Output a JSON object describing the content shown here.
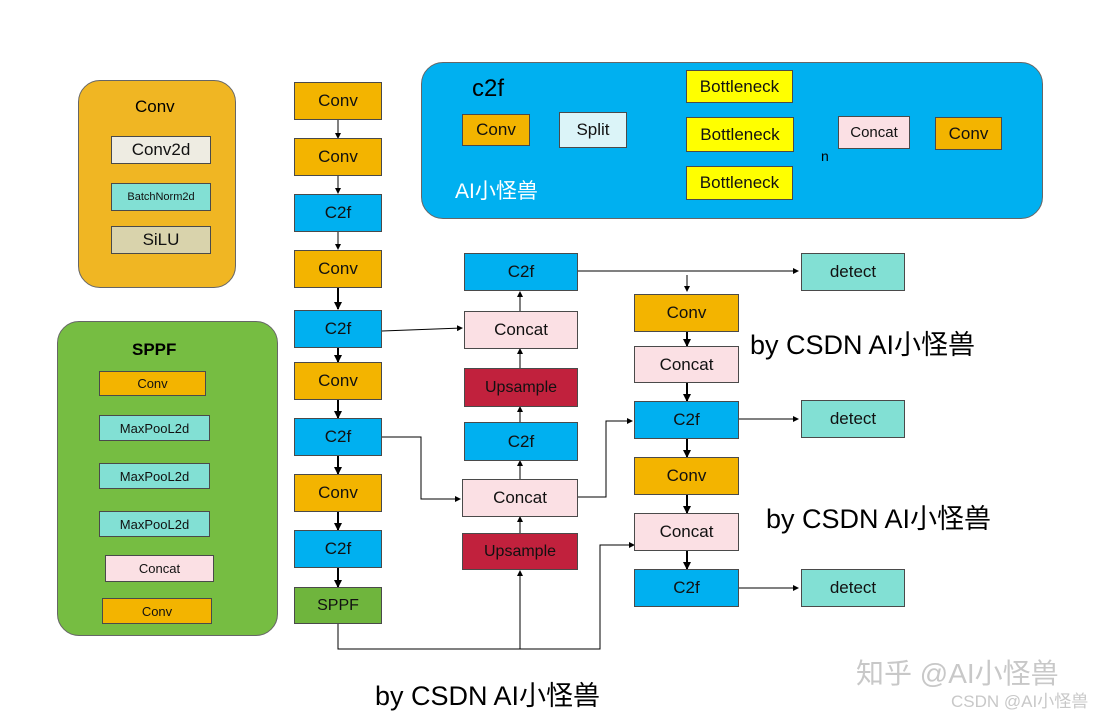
{
  "conv_legend": {
    "title": "Conv",
    "conv2d": "Conv2d",
    "batchnorm": "BatchNorm2d",
    "silu": "SiLU"
  },
  "sppf_legend": {
    "title": "SPPF",
    "conv_in": "Conv",
    "maxpool_1": "MaxPooL2d",
    "maxpool_2": "MaxPooL2d",
    "maxpool_3": "MaxPooL2d",
    "concat": "Concat",
    "conv_out": "Conv"
  },
  "c2f_legend": {
    "title": "c2f",
    "conv_in": "Conv",
    "split": "Split",
    "bottleneck_1": "Bottleneck",
    "bottleneck_2": "Bottleneck",
    "bottleneck_3": "Bottleneck",
    "n_label": "n",
    "concat": "Concat",
    "conv_out": "Conv",
    "subtitle": "AI小怪兽"
  },
  "backbone": [
    "Conv",
    "Conv",
    "C2f",
    "Conv",
    "C2f",
    "Conv",
    "C2f",
    "Conv",
    "C2f",
    "SPPF"
  ],
  "neck_mid": [
    "C2f",
    "Concat",
    "Upsample",
    "C2f",
    "Concat",
    "Upsample"
  ],
  "neck_right": [
    "Conv",
    "Concat",
    "C2f",
    "Conv",
    "Concat",
    "C2f"
  ],
  "detect": [
    "detect",
    "detect",
    "detect"
  ],
  "watermarks": [
    "by CSDN AI小怪兽",
    "by CSDN AI小怪兽",
    "by CSDN AI小怪兽",
    "知乎 @AI小怪兽",
    "CSDN @AI小怪兽"
  ],
  "colors": {
    "conv": "#f3b400",
    "c2f": "#00b0f0",
    "concat": "#fbe0e4",
    "upsample": "#c1213d",
    "bottleneck": "#ffff00",
    "detect": "#82e0d4",
    "sppf": "#6fb53d",
    "c2f_panel": "#00b0f0",
    "conv_panel": "#f0b623",
    "sppf_panel": "#76bd42"
  }
}
